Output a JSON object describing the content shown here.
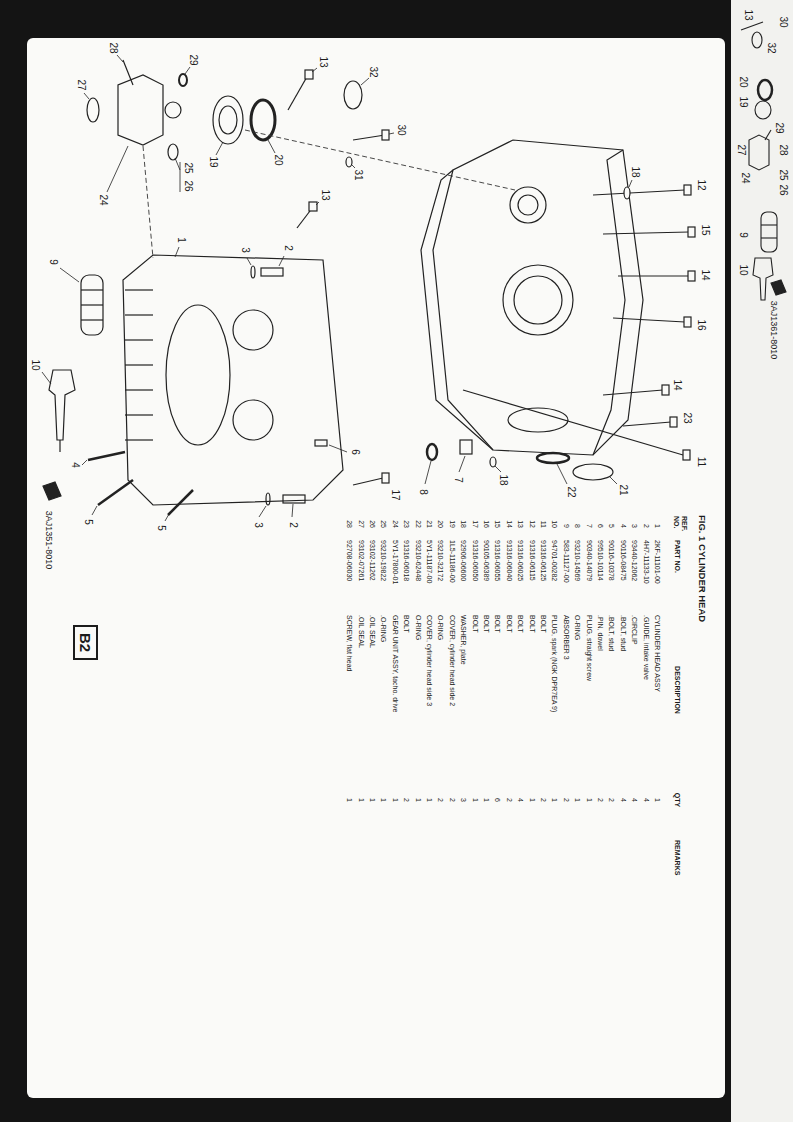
{
  "diagram": {
    "title": "FIG. 1 CYLINDER HEAD",
    "nodes": [
      {
        "text": [
          "B2"
        ]
      }
    ],
    "edges": [],
    "labels": [
      "REF. NO.",
      "PART NO.",
      "DESCRIPTION",
      "QTY",
      "REMARKS",
      "1",
      "2KF-11101-00",
      "CYLINDER HEAD ASSY",
      "1",
      "2",
      "4H7-11133-10",
      ".GUIDE, intake valve",
      "4",
      "3",
      "93440-12062",
      ".CIRCLIP",
      "4",
      "4",
      "90116-08475",
      ".BOLT, stud",
      "4",
      "5",
      "90116-10378",
      ".BOLT, stud",
      "2",
      "6",
      "99510-10114",
      ".PIN, dowel",
      "2",
      "7",
      "90340-14079",
      "PLUG, straight screw",
      "1",
      "8",
      "93210-14569",
      "O-RING",
      "1",
      "9",
      "583-11127-00",
      "ABSORBER 3",
      "2",
      "10",
      "94701-00282",
      "PLUG, spark (NGK DPR7EA 9)",
      "1",
      "11",
      "91316-06125",
      "BOLT",
      "2",
      "12",
      "91316-06115",
      "BOLT",
      "1",
      "13",
      "91316-06025",
      "BOLT",
      "4",
      "14",
      "91316-06040",
      "BOLT",
      "2",
      "15",
      "91316-06055",
      "BOLT",
      "6",
      "16",
      "90105-06389",
      "BOLT",
      "1",
      "17",
      "91316-06050",
      "BOLT",
      "1",
      "18",
      "92906-06600",
      "WASHER, plate",
      "3",
      "19",
      "1L5-11186-00",
      "COVER, cylinder head side 2",
      "2",
      "20",
      "93210-32172",
      "O-RING",
      "2",
      "21",
      "5Y1-11187-00",
      "COVER, cylinder head side 3",
      "1",
      "22",
      "93210-62448",
      "O-RING",
      "1",
      "23",
      "91316-06018",
      "BOLT",
      "2",
      "24",
      "5Y1-17800-01",
      "GEAR UNIT ASSY, tacho. drive",
      "1",
      "25",
      "93210-19822",
      ".O-RING",
      "1",
      "26",
      "93102-11262",
      ".OIL SEAL",
      "1",
      "27",
      "93102-07261",
      ".OIL SEAL",
      "1",
      "28",
      "92708-06030",
      "SCREW, flat head",
      "1",
      "13",
      "32",
      "30",
      "31",
      "20",
      "19",
      "29",
      "28",
      "27",
      "24",
      "25",
      "26",
      "9",
      "10",
      "13",
      "12",
      "15",
      "14",
      "16",
      "14",
      "23",
      "11",
      "21",
      "22",
      "18",
      "18",
      "7",
      "8",
      "17",
      "6",
      "2",
      "3",
      "2",
      "3",
      "1",
      "4",
      "5",
      "5",
      "3AJ1351-8010",
      "30",
      "32",
      "13",
      "20",
      "19",
      "29",
      "28",
      "27",
      "24",
      "25",
      "26",
      "9",
      "10",
      "3AJ1361-8010"
    ]
  }
}
